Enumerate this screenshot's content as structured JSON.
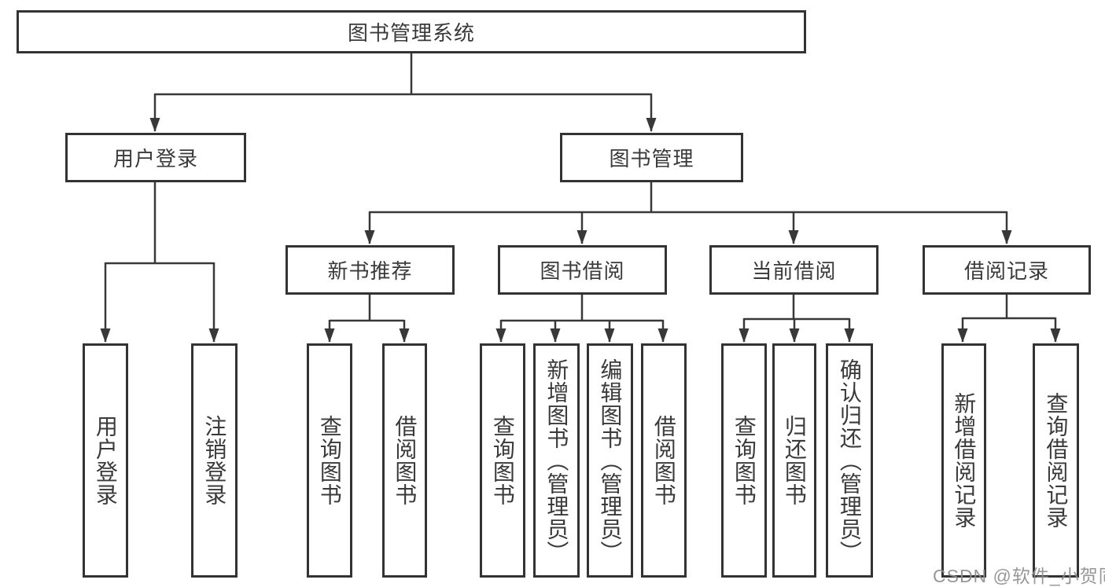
{
  "diagram": {
    "type": "hierarchy-tree",
    "orientation": "top-down",
    "colors": {
      "background": "#ffffff",
      "box_border": "#333333",
      "connector_line": "#383838",
      "text": "#3a3a3a",
      "watermark_text": "#8f8f8f"
    }
  },
  "tree": {
    "root": {
      "label": "图书管理系统",
      "children": [
        {
          "label": "用户登录",
          "children": [
            {
              "label": "用户登录"
            },
            {
              "label": "注销登录"
            }
          ]
        },
        {
          "label": "图书管理",
          "children": [
            {
              "label": "新书推荐",
              "children": [
                {
                  "label": "查询图书"
                },
                {
                  "label": "借阅图书"
                }
              ]
            },
            {
              "label": "图书借阅",
              "children": [
                {
                  "label": "查询图书"
                },
                {
                  "label": "新增图书（管理员）"
                },
                {
                  "label": "编辑图书（管理员）"
                },
                {
                  "label": "借阅图书"
                }
              ]
            },
            {
              "label": "当前借阅",
              "children": [
                {
                  "label": "查询图书"
                },
                {
                  "label": "归还图书"
                },
                {
                  "label": "确认归还（管理员）"
                }
              ]
            },
            {
              "label": "借阅记录",
              "children": [
                {
                  "label": "新增借阅记录"
                },
                {
                  "label": "查询借阅记录"
                }
              ]
            }
          ]
        }
      ]
    }
  },
  "watermark": {
    "text": "CSDN @软件_小贺同学"
  }
}
